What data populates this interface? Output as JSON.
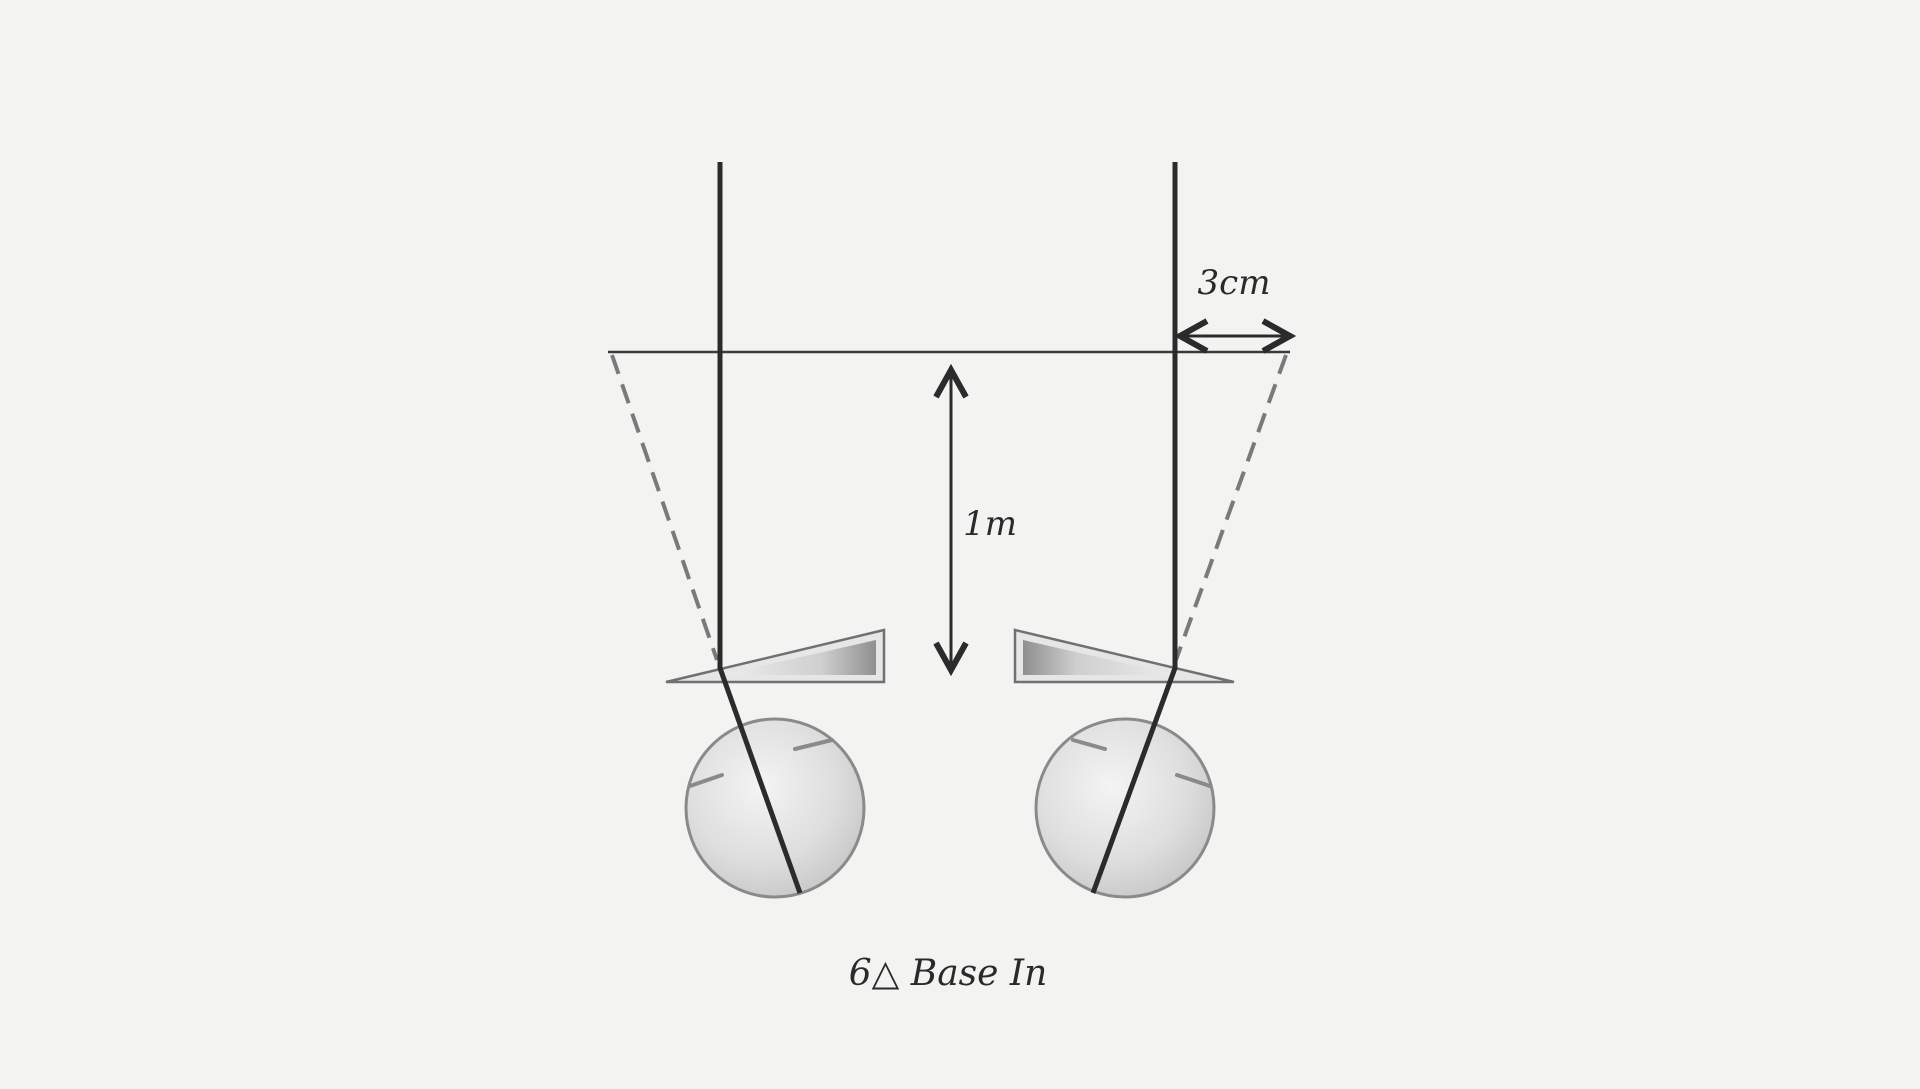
{
  "labels": {
    "shift": "3cm",
    "distance": "1m",
    "caption": "6△ Base In"
  },
  "colors": {
    "background": "#f3f3f2",
    "line": "#2b2b2b",
    "dashed": "#7a7a7a",
    "prism_fill": "#d8d8d8",
    "eye_fill": "#dcdcdc",
    "eye_stroke": "#8a8a8a"
  },
  "prism_orientation": "base-in"
}
